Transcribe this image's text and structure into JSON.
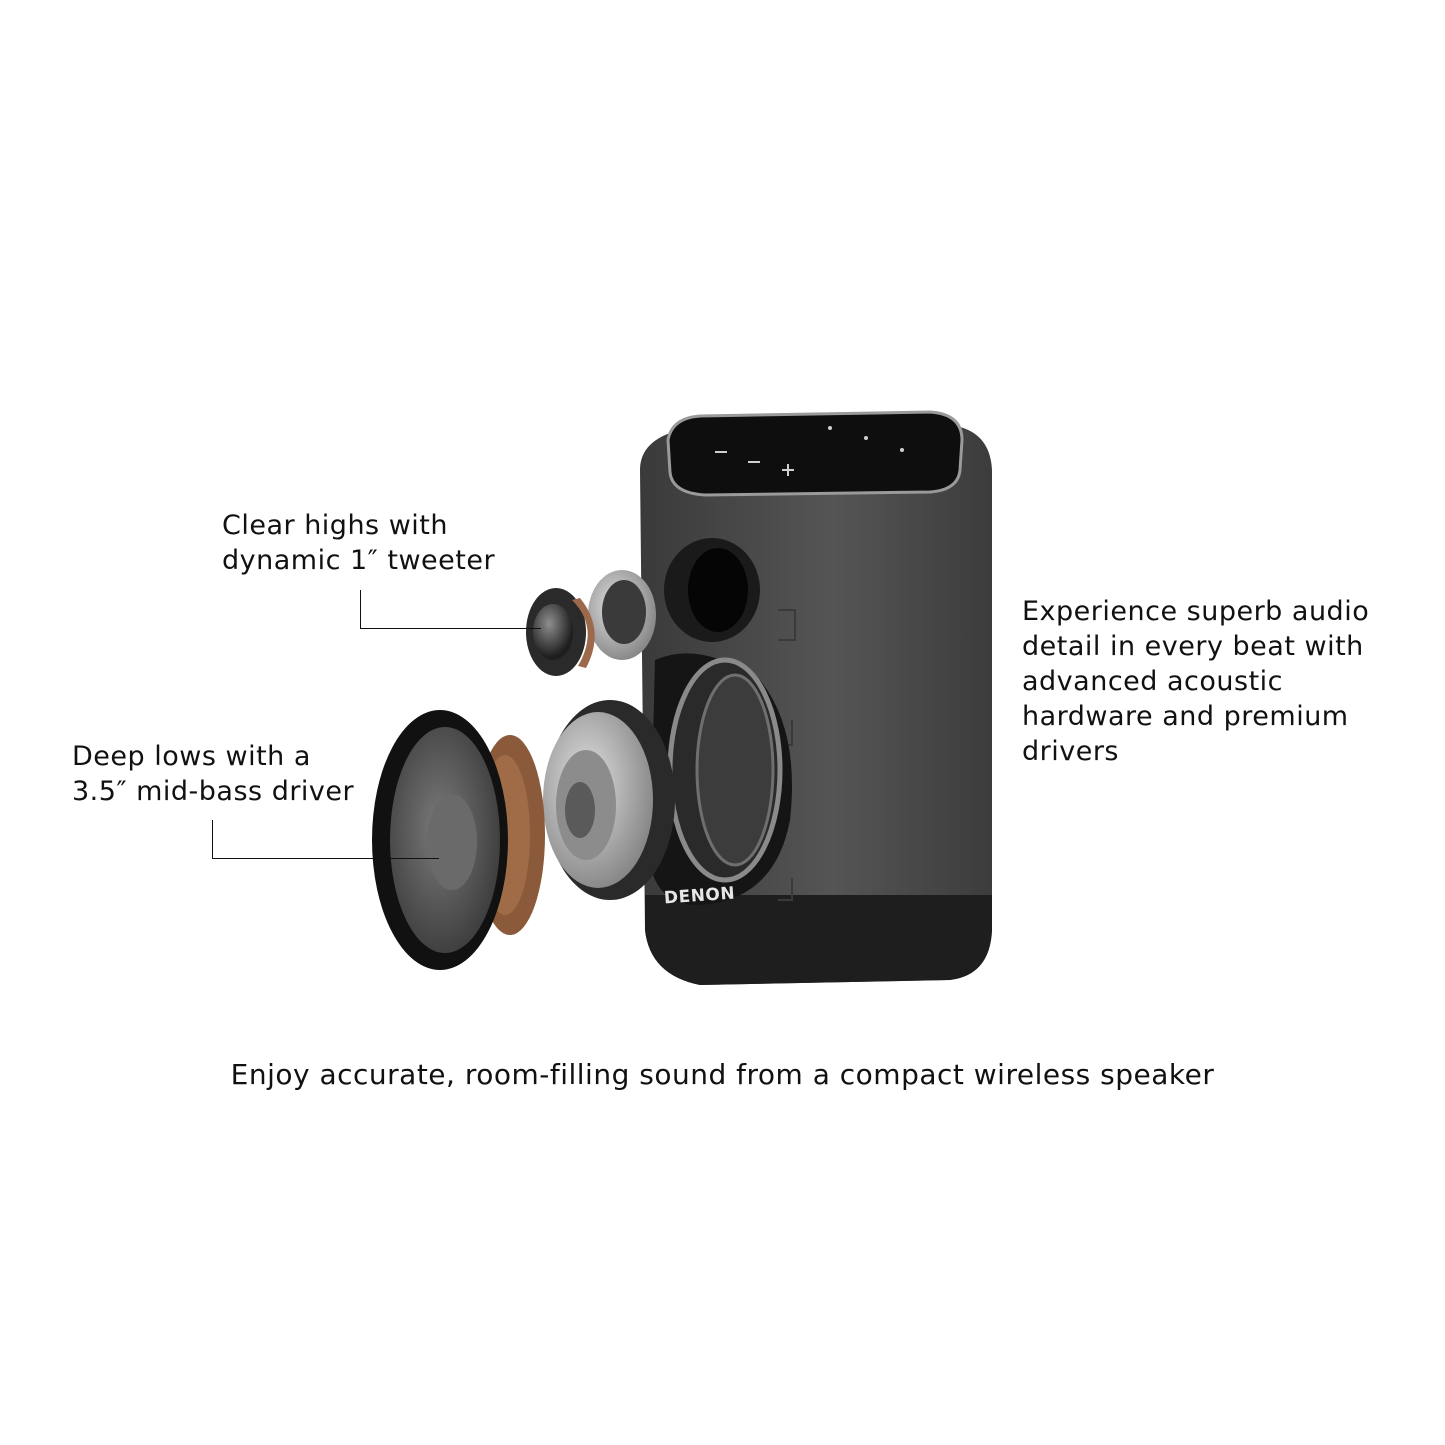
{
  "callouts": {
    "tweeter": {
      "line1": "Clear highs with",
      "line2": "dynamic 1″ tweeter"
    },
    "woofer": {
      "line1": "Deep lows with a",
      "line2": "3.5″ mid-bass driver"
    }
  },
  "description": {
    "line1": "Experience superb audio",
    "line2": "detail in every beat with",
    "line3": "advanced acoustic",
    "line4": "hardware and premium",
    "line5": "drivers"
  },
  "caption": "Enjoy accurate, room-filling sound from a compact wireless speaker",
  "speaker": {
    "brand": "DENON"
  },
  "colors": {
    "fabric": "#4b4b4b",
    "fabric_dark": "#2f2f2f",
    "top_panel": "#101010",
    "cone_wood": "#8a5a3a",
    "metal": "#b9b9b9"
  }
}
